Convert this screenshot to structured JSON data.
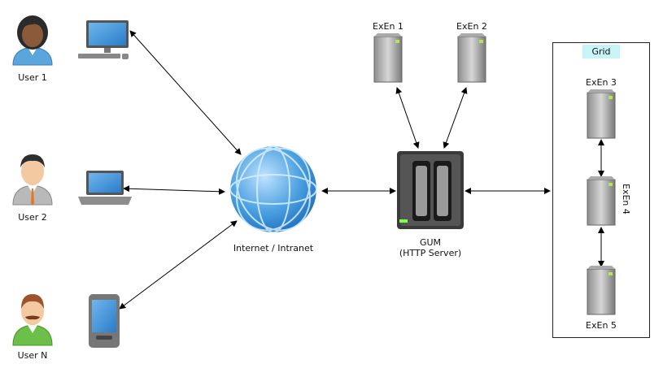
{
  "users": [
    {
      "label": "User 1"
    },
    {
      "label": "User 2"
    },
    {
      "label": "User N"
    }
  ],
  "network": {
    "label": "Internet / Intranet"
  },
  "gum": {
    "label_line1": "GUM",
    "label_line2": "(HTTP Server)"
  },
  "engines": {
    "exen1": "ExEn 1",
    "exen2": "ExEn 2",
    "exen3": "ExEn 3",
    "exen4": "ExEn 4",
    "exen5": "ExEn 5"
  },
  "grid": {
    "label": "Grid"
  },
  "colors": {
    "globe": "#4a9fe0",
    "screen": "#3d8fd6",
    "server_dark": "#2e2e2e",
    "grid_tag": "#c8f4f8",
    "user1_shirt": "#5aa6dc",
    "user2_shirt": "#b9b9b9",
    "userN_shirt": "#6cc04a"
  }
}
